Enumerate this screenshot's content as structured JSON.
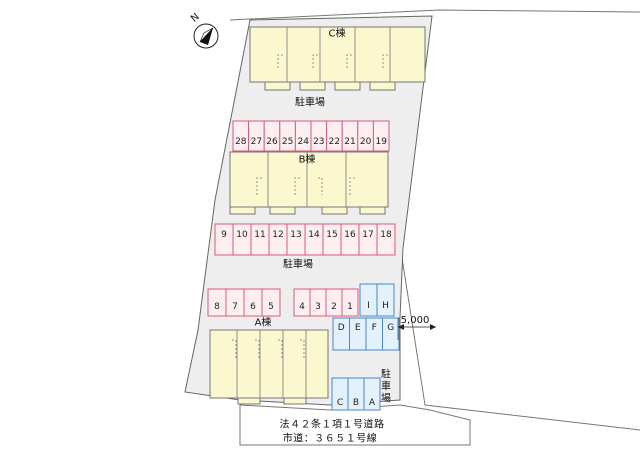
{
  "colors": {
    "site": "#eeeeee",
    "site_outline": "#666666",
    "building": "#fbf8d0",
    "building_outline": "#777777",
    "parking_pink_fill": "#fdeef1",
    "parking_pink_outline": "#d95a7a",
    "parking_blue_fill": "#e3f1fb",
    "parking_blue_outline": "#4a86c8"
  },
  "north": {
    "letter": "N"
  },
  "buildings": {
    "c_label": "C棟",
    "b_label": "B棟",
    "a_label": "A棟"
  },
  "lot_labels": {
    "top": "駐車場",
    "middle": "駐車場",
    "right_vertical": [
      "駐",
      "車",
      "場"
    ]
  },
  "parking": {
    "row_top": [
      "28",
      "27",
      "26",
      "25",
      "24",
      "23",
      "22",
      "21",
      "20",
      "19"
    ],
    "row_mid": [
      "9",
      "10",
      "11",
      "12",
      "13",
      "14",
      "15",
      "16",
      "17",
      "18"
    ],
    "row_low_left": [
      "8",
      "7",
      "6",
      "5"
    ],
    "row_low_right": [
      "4",
      "3",
      "2",
      "1"
    ],
    "row_low_blue": [
      "I",
      "H"
    ],
    "blue_middle": [
      "D",
      "E",
      "F",
      "G"
    ],
    "blue_bottom": [
      "C",
      "B",
      "A"
    ]
  },
  "dimension": {
    "width_label": "5,000"
  },
  "road": {
    "line1": "法４２条１項１号道路",
    "line2": "市道：３６５１号線"
  }
}
